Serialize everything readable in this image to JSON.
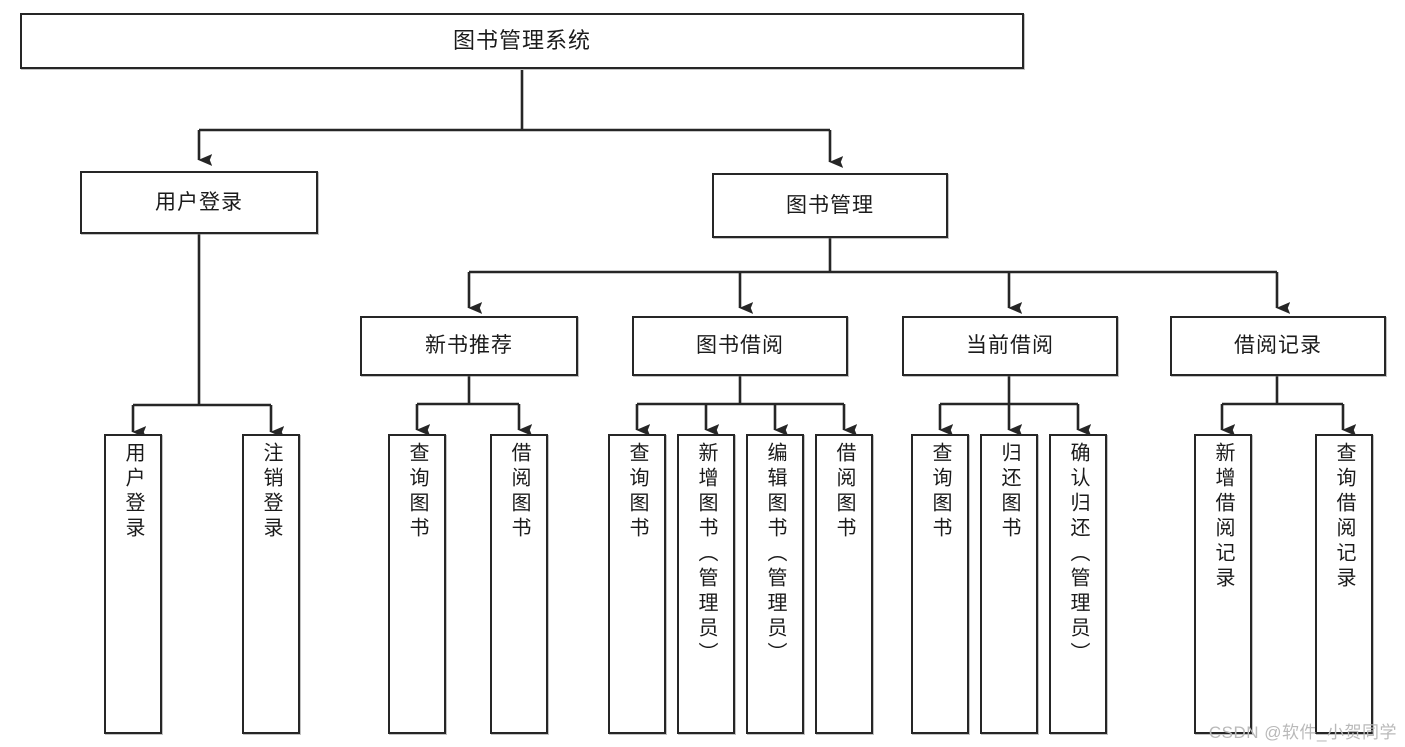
{
  "diagram": {
    "title": "图书管理系统",
    "type": "tree",
    "root": {
      "label": "图书管理系统"
    },
    "level2": [
      {
        "label": "用户登录"
      },
      {
        "label": "图书管理"
      }
    ],
    "level3": [
      {
        "label": "新书推荐"
      },
      {
        "label": "图书借阅"
      },
      {
        "label": "当前借阅"
      },
      {
        "label": "借阅记录"
      }
    ],
    "leaves": {
      "user_login": [
        {
          "label": "用户登录"
        },
        {
          "label": "注销登录"
        }
      ],
      "new_book_recommend": [
        {
          "label": "查询图书"
        },
        {
          "label": "借阅图书"
        }
      ],
      "book_borrow": [
        {
          "label": "查询图书"
        },
        {
          "label": "新增图书（管理员）"
        },
        {
          "label": "编辑图书（管理员）"
        },
        {
          "label": "借阅图书"
        }
      ],
      "current_borrow": [
        {
          "label": "查询图书"
        },
        {
          "label": "归还图书"
        },
        {
          "label": "确认归还（管理员）"
        }
      ],
      "borrow_record": [
        {
          "label": "新增借阅记录"
        },
        {
          "label": "查询借阅记录"
        }
      ]
    }
  },
  "watermark": {
    "text": "CSDN @软件_小贺同学"
  },
  "colors": {
    "stroke": "#262626",
    "background": "#ffffff",
    "text": "#1b1b1b",
    "watermark": "#b9b9b9"
  }
}
